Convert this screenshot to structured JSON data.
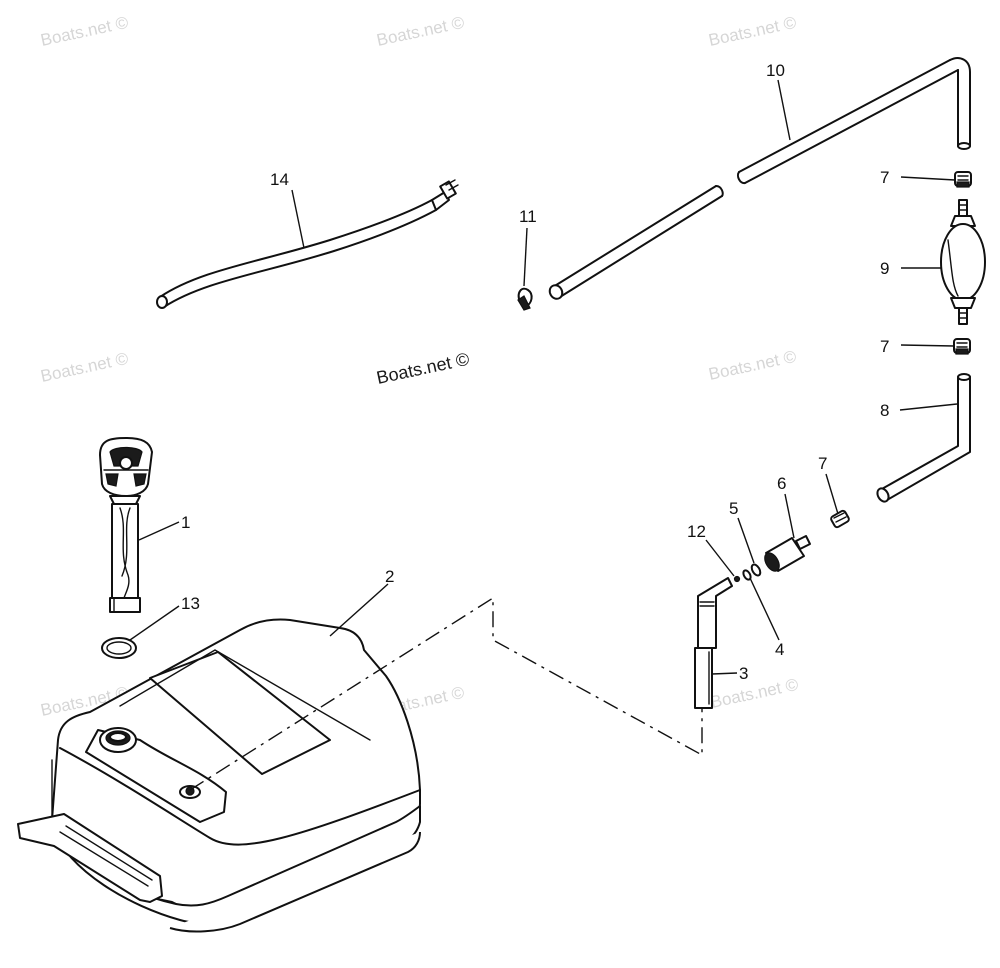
{
  "watermarks": [
    "Boats.net ©",
    "Boats.net ©",
    "Boats.net ©",
    "Boats.net ©",
    "Boats.net ©",
    "Boats.net ©",
    "Boats.net ©",
    "Boats.net ©",
    "Boats.net ©"
  ],
  "watermark_main": "Boats.net ©",
  "callouts": {
    "c1": "1",
    "c2": "2",
    "c3": "3",
    "c4": "4",
    "c5": "5",
    "c6": "6",
    "c7a": "7",
    "c7b": "7",
    "c7c": "7",
    "c8": "8",
    "c9": "9",
    "c10": "10",
    "c11": "11",
    "c12": "12",
    "c13": "13",
    "c14": "14"
  },
  "parts": {
    "p1": "fuel-gauge-pickup-icon",
    "p2": "fuel-tank-icon",
    "p3": "tank-fitting-elbow-icon",
    "p4": "o-ring-icon",
    "p5": "washer-icon",
    "p6": "quick-connector-icon",
    "p7": "hose-clamp-icon",
    "p8": "fuel-hose-short-icon",
    "p9": "primer-bulb-icon",
    "p10": "fuel-hose-long-icon",
    "p11": "clip-icon",
    "p12": "ball-icon",
    "p13": "gasket-icon",
    "p14": "vent-hose-icon"
  }
}
